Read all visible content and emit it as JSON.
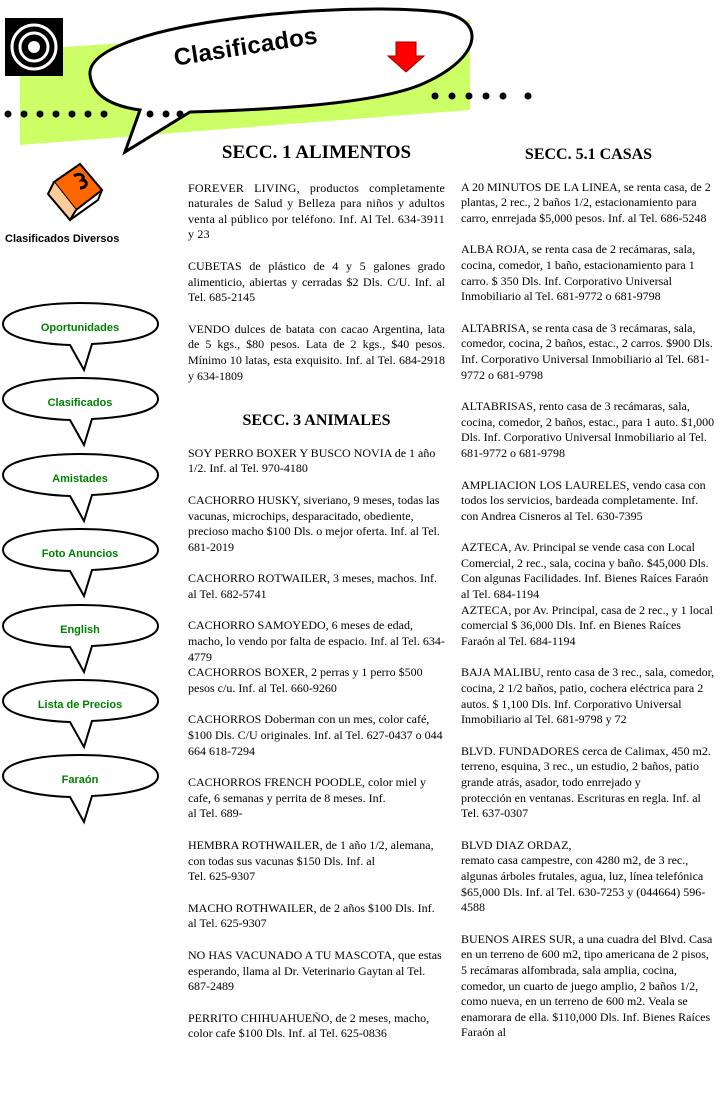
{
  "header": {
    "title": "Clasificados"
  },
  "sidebar": {
    "logo_label": "Clasificados Diversos",
    "items": [
      {
        "label": "Oportunidades"
      },
      {
        "label": "Clasificados"
      },
      {
        "label": "Amistades"
      },
      {
        "label": "Foto Anuncios"
      },
      {
        "label": "English"
      },
      {
        "label": "Lista de Precios"
      },
      {
        "label": "Faraón"
      }
    ]
  },
  "col1": {
    "sec1_title": "SECC. 1 ALIMENTOS",
    "sec1_ads": [
      "FOREVER LIVING, productos completamente naturales de Salud y Belleza para niños y adultos venta al público por teléfono. Inf. Al Tel. 634-3911 y 23",
      "CUBETAS de plástico de 4 y 5 galones grado alimenticio, abiertas y cerradas $2 Dls. C/U. Inf. al Tel. 685-2145",
      "VENDO dulces de batata con cacao Argentina, lata de 5 kgs., $80 pesos. Lata de 2 kgs., $40 pesos. Mínimo 10 latas, esta exquisito. Inf. al Tel. 684-2918 y 634-1809"
    ],
    "sec3_title": "SECC. 3   ANIMALES",
    "sec3_ads": [
      "SOY PERRO BOXER  Y BUSCO NOVIA de 1 año 1/2. Inf. al Tel. 970-4180",
      "CACHORRO HUSKY, siveriano, 9 meses, todas las vacunas, microchips, desparacitado, obediente, precioso macho $100 Dls. o mejor oferta. Inf. al Tel. 681-2019",
      "CACHORRO ROTWAILER, 3 meses, machos. Inf. al Tel. 682-5741",
      "CACHORRO SAMOYEDO, 6 meses de edad, macho, lo vendo por falta de espacio. Inf. al Tel. 634-4779\n CACHORROS BOXER, 2 perras y 1 perro $500 pesos c/u. Inf. al Tel. 660-9260",
      "CACHORROS Doberman con un mes, color café, $100 Dls. C/U originales. Inf. al Tel. 627-0437 o 044 664 618-7294",
      " CACHORROS FRENCH POODLE, color miel y cafe, 6 semanas y perrita de 8  meses. Inf.\nal Tel. 689-",
      "HEMBRA ROTHWAILER, de 1 año 1/2, alemana, con todas sus vacunas $150 Dls. Inf. al\n Tel. 625-9307",
      " MACHO ROTHWAILER, de 2 años $100 Dls. Inf. al Tel. 625-9307",
      "NO HAS VACUNADO A TU MASCOTA, que estas esperando, llama al Dr. Veterinario Gaytan al Tel. 687-2489",
      "PERRITO CHIHUAHUEÑO, de 2 meses, macho, color cafe $100 Dls. Inf. al Tel. 625-0836"
    ]
  },
  "col2": {
    "sec5_title": "SECC. 5.1    CASAS",
    "ads": [
      "A 20 MINUTOS DE LA LINEA, se renta casa, de 2 plantas, 2 rec., 2 baños 1/2, estacionamiento para carro, enrrejada $5,000 pesos. Inf. al Tel. 686-5248",
      "ALBA ROJA, se renta casa de 2 recámaras, sala, cocina, comedor, 1 baño, estacionamiento para 1 carro. $ 350 Dls. Inf. Corporativo Universal Inmobiliario al Tel. 681-9772 o 681-9798",
      "ALTABRISA, se renta casa de 3 recámaras, sala, comedor, cocina, 2 baños, estac., 2 carros. $900 Dls. Inf. Corporativo Universal Inmobiliario al Tel. 681-9772 o 681-9798",
      "ALTABRISAS, rento casa de 3 recámaras, sala, cocina, comedor, 2 baños, estac., para 1 auto. $1,000 Dls. Inf. Corporativo Universal Inmobiliario al Tel. 681-9772 o 681-9798",
      "AMPLIACION LOS LAURELES, vendo casa con todos los servicios, bardeada completamente. Inf. con Andrea Cisneros al Tel. 630-7395",
      " AZTECA, Av. Principal se vende casa con Local Comercial, 2 rec., sala, cocina y baño. $45,000 Dls. Con algunas Facilidades. Inf. Bienes Raíces Faraón al Tel. 684-1194\n AZTECA, por Av. Principal, casa de 2 rec., y 1 local comercial $ 36,000 Dls. Inf. en Bienes Raíces Faraón al Tel. 684-1194",
      "BAJA MALIBU, rento casa de 3 rec., sala, comedor, cocina, 2 1/2 baños, patio, cochera eléctrica para 2 autos. $ 1,100 Dls. Inf. Corporativo Universal Inmobiliario al Tel. 681-9798 y 72",
      "BLVD. FUNDADORES cerca de Calimax, 450 m2. terreno, esquina, 3 rec., un estudio, 2 baños, patio grande atrás, asador, todo enrrejado y\nprotección en ventanas. Escrituras en regla. Inf. al Tel. 637-0307",
      "BLVD DIAZ ORDAZ,\nremato casa campestre, con 4280 m2, de 3 rec., algunas árboles frutales, agua, luz, línea telefónica $65,000 Dls. Inf. al Tel. 630-7253 y (044664) 596-4588",
      "BUENOS AIRES SUR, a una cuadra del Blvd. Casa en un terreno de 600 m2, tipo americana de 2 pisos, 5 recámaras alfombrada, sala amplia, cocina, comedor, un cuarto de juego amplio, 2 baños 1/2, como nueva, en un terreno de 600 m2. Veala se enamorara de ella. $110,000 Dls. Inf. Bienes Raíces Faraón al"
    ]
  }
}
